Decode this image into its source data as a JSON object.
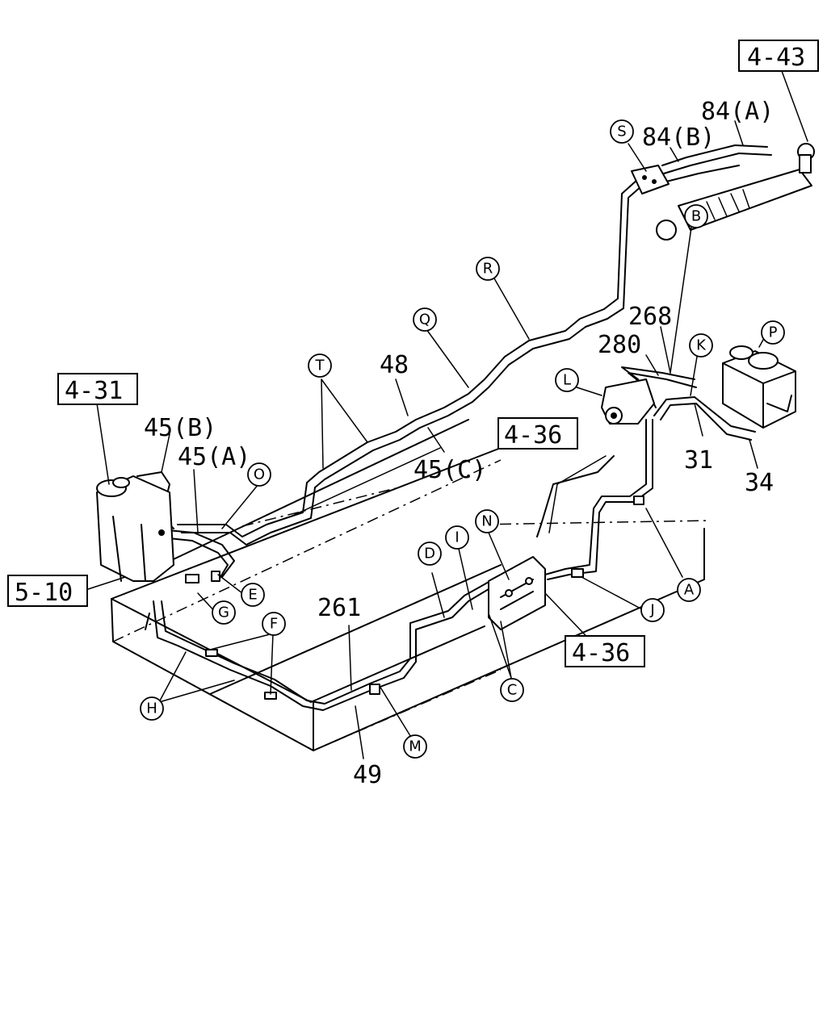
{
  "references": [
    {
      "id": "ref-4-43",
      "text": "4-43"
    },
    {
      "id": "ref-4-31",
      "text": "4-31"
    },
    {
      "id": "ref-4-36-a",
      "text": "4-36"
    },
    {
      "id": "ref-5-10",
      "text": "5-10"
    },
    {
      "id": "ref-4-36-b",
      "text": "4-36"
    }
  ],
  "part_numbers": [
    {
      "id": "p84a",
      "text": "84(A)"
    },
    {
      "id": "p84b",
      "text": "84(B)"
    },
    {
      "id": "p268",
      "text": "268"
    },
    {
      "id": "p280",
      "text": "280"
    },
    {
      "id": "p48",
      "text": "48"
    },
    {
      "id": "p45c",
      "text": "45(C)"
    },
    {
      "id": "p45b",
      "text": "45(B)"
    },
    {
      "id": "p45a",
      "text": "45(A)"
    },
    {
      "id": "p31",
      "text": "31"
    },
    {
      "id": "p34",
      "text": "34"
    },
    {
      "id": "p261",
      "text": "261"
    },
    {
      "id": "p49",
      "text": "49"
    }
  ],
  "callouts": [
    {
      "id": "cS",
      "letter": "S"
    },
    {
      "id": "cR",
      "letter": "R"
    },
    {
      "id": "cB",
      "letter": "B"
    },
    {
      "id": "cP",
      "letter": "P"
    },
    {
      "id": "cK",
      "letter": "K"
    },
    {
      "id": "cQ",
      "letter": "Q"
    },
    {
      "id": "cT",
      "letter": "T"
    },
    {
      "id": "cL",
      "letter": "L"
    },
    {
      "id": "cO",
      "letter": "O"
    },
    {
      "id": "cN",
      "letter": "N"
    },
    {
      "id": "cI",
      "letter": "I"
    },
    {
      "id": "cD",
      "letter": "D"
    },
    {
      "id": "cE",
      "letter": "E"
    },
    {
      "id": "cG",
      "letter": "G"
    },
    {
      "id": "cF",
      "letter": "F"
    },
    {
      "id": "cA",
      "letter": "A"
    },
    {
      "id": "cJ",
      "letter": "J"
    },
    {
      "id": "cC",
      "letter": "C"
    },
    {
      "id": "cH",
      "letter": "H"
    },
    {
      "id": "cM",
      "letter": "M"
    }
  ]
}
